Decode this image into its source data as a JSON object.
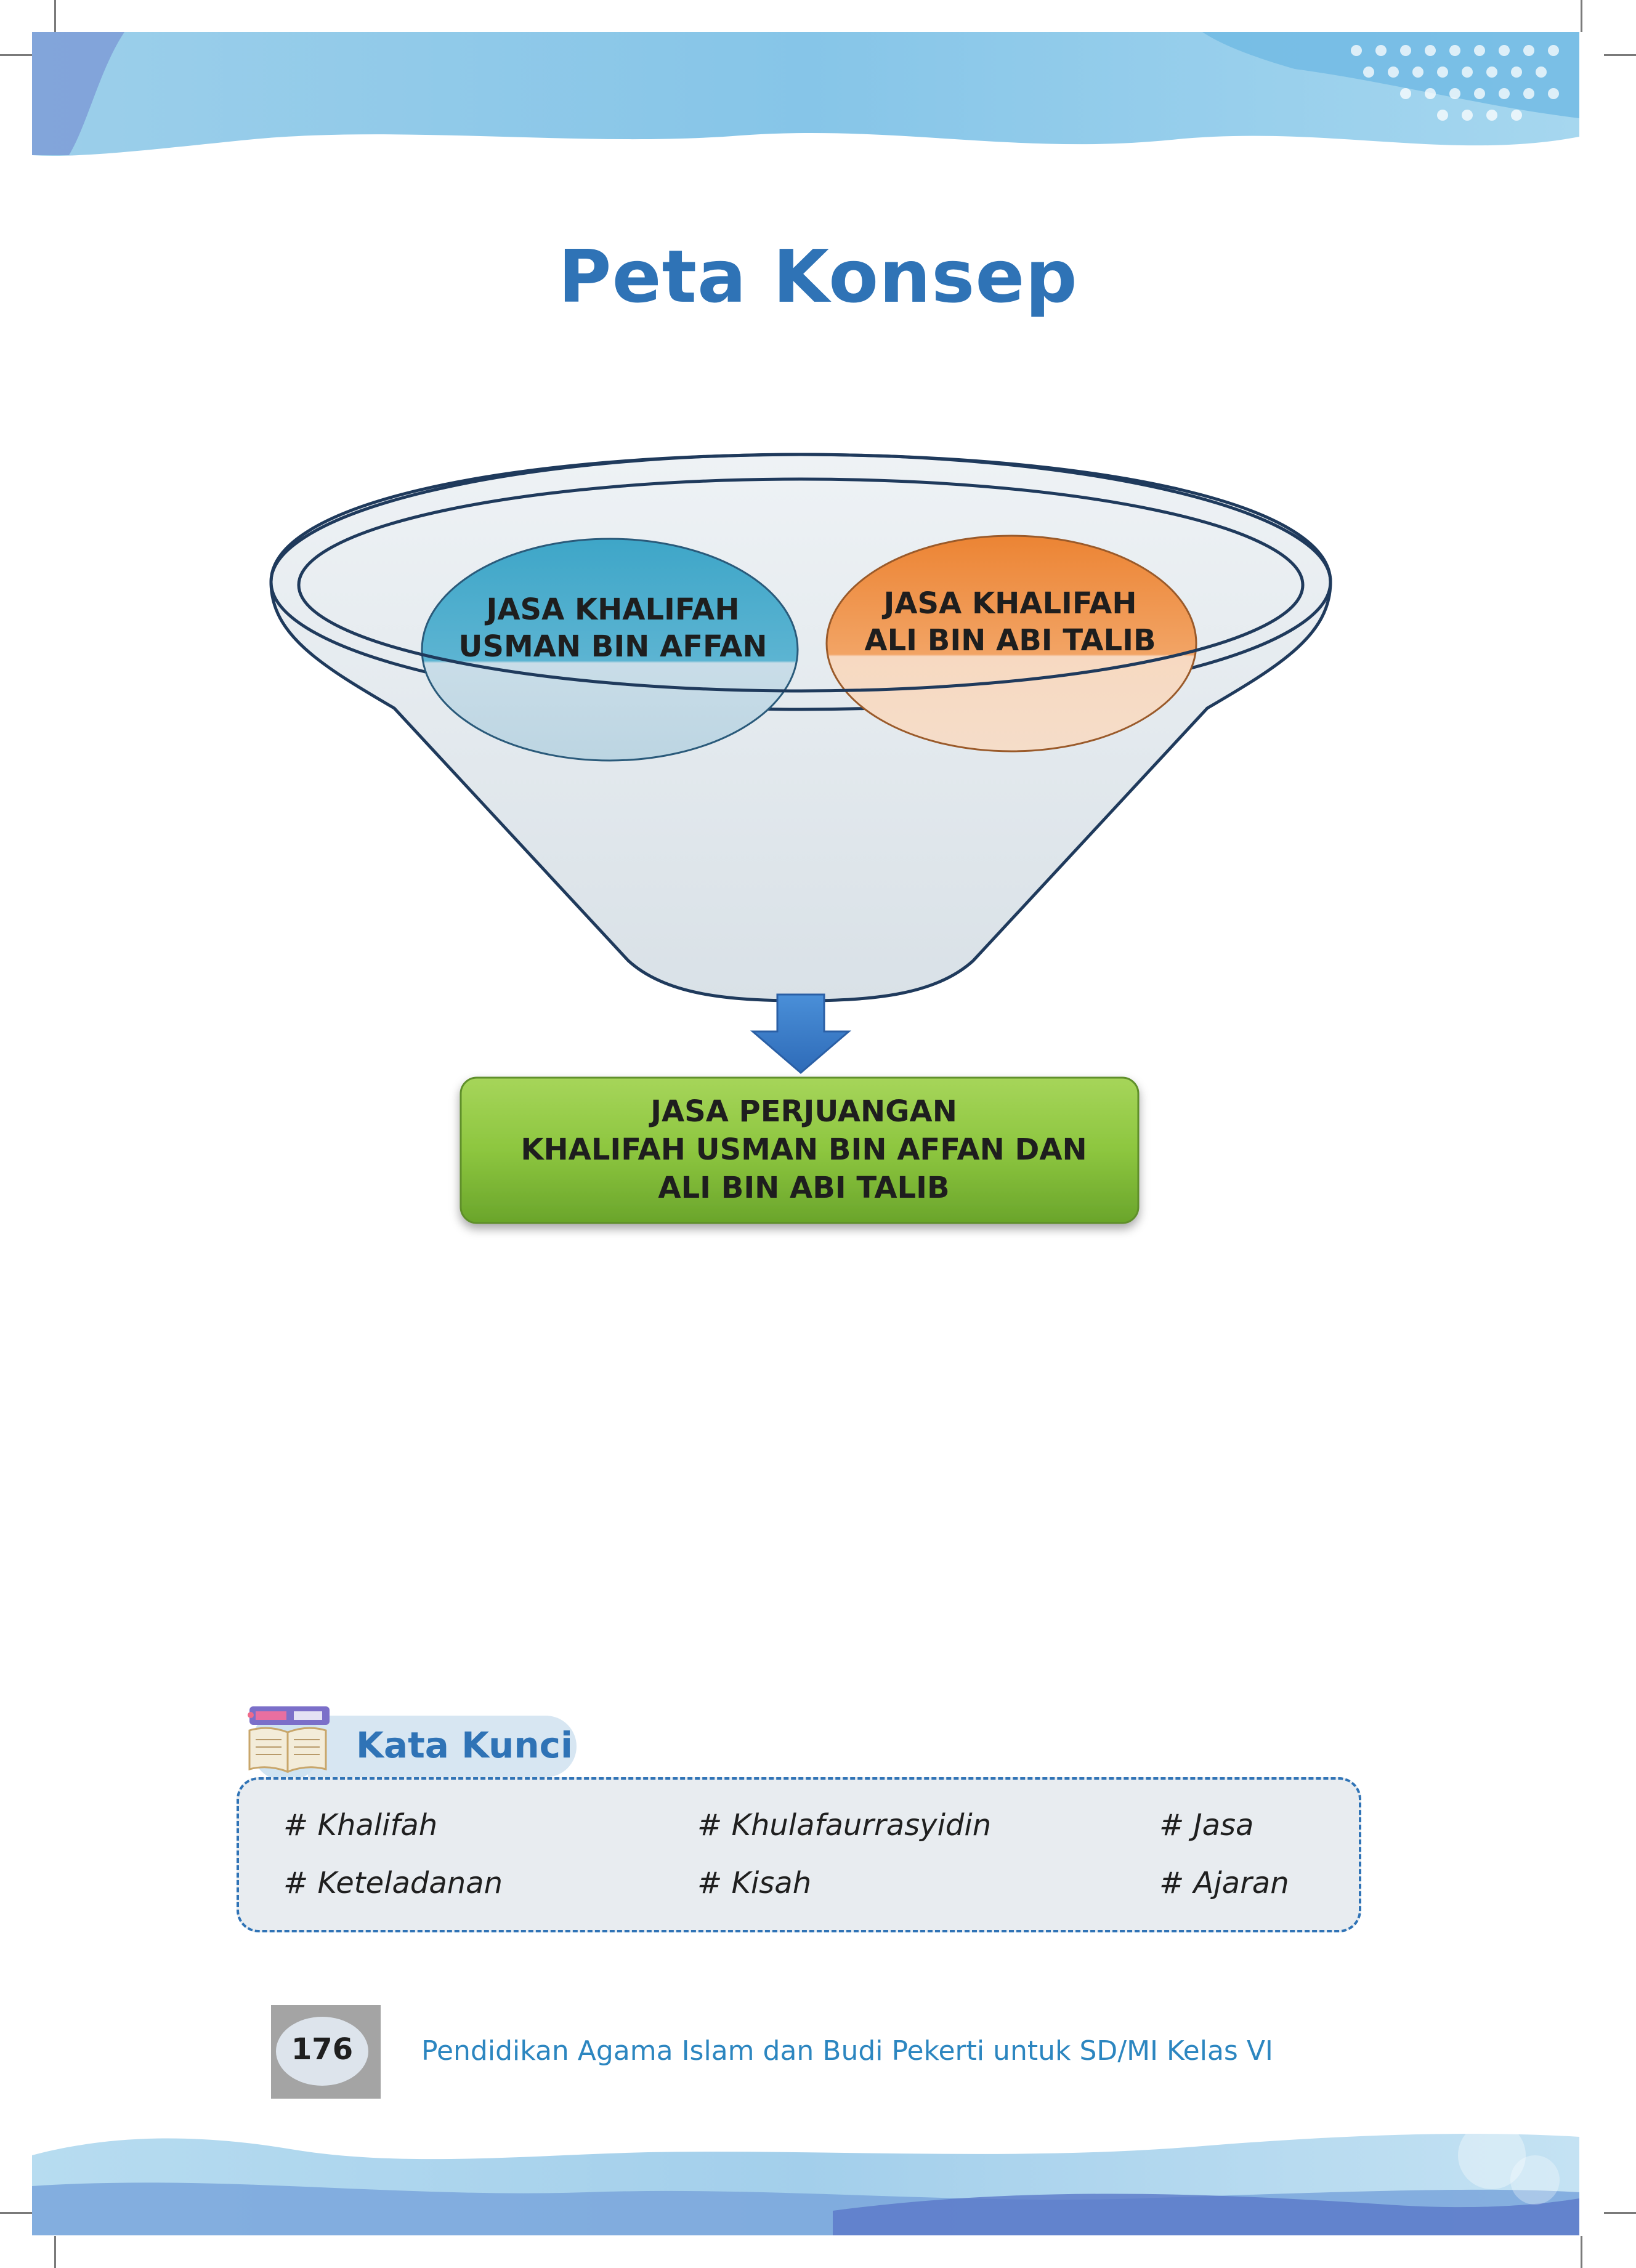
{
  "page": {
    "title": "Peta Konsep"
  },
  "concept_map": {
    "node_left": {
      "line1": "JASA KHALIFAH",
      "line2": "USMAN BIN AFFAN",
      "color": "#4aa9c9"
    },
    "node_right": {
      "line1": "JASA KHALIFAH",
      "line2": "ALI BIN ABI TALIB",
      "color": "#ee8d44"
    },
    "result": {
      "line1": "JASA PERJUANGAN",
      "line2": "KHALIFAH USMAN BIN AFFAN DAN",
      "line3": "ALI BIN ABI TALIB",
      "color": "#8dc63f"
    },
    "arrow_icon": "arrow-down-icon"
  },
  "keywords": {
    "label": "Kata Kunci",
    "icon": "open-book-icon",
    "items": [
      "# Khalifah",
      "# Khulafaurrasyidin",
      "# Jasa",
      "# Keteladanan",
      "# Kisah",
      "# Ajaran"
    ]
  },
  "footer": {
    "page_number": "176",
    "book_title": "Pendidikan Agama Islam dan Budi Pekerti untuk SD/MI Kelas VI"
  },
  "colors": {
    "accent": "#2f73b6",
    "banner": "#8ccbea"
  }
}
